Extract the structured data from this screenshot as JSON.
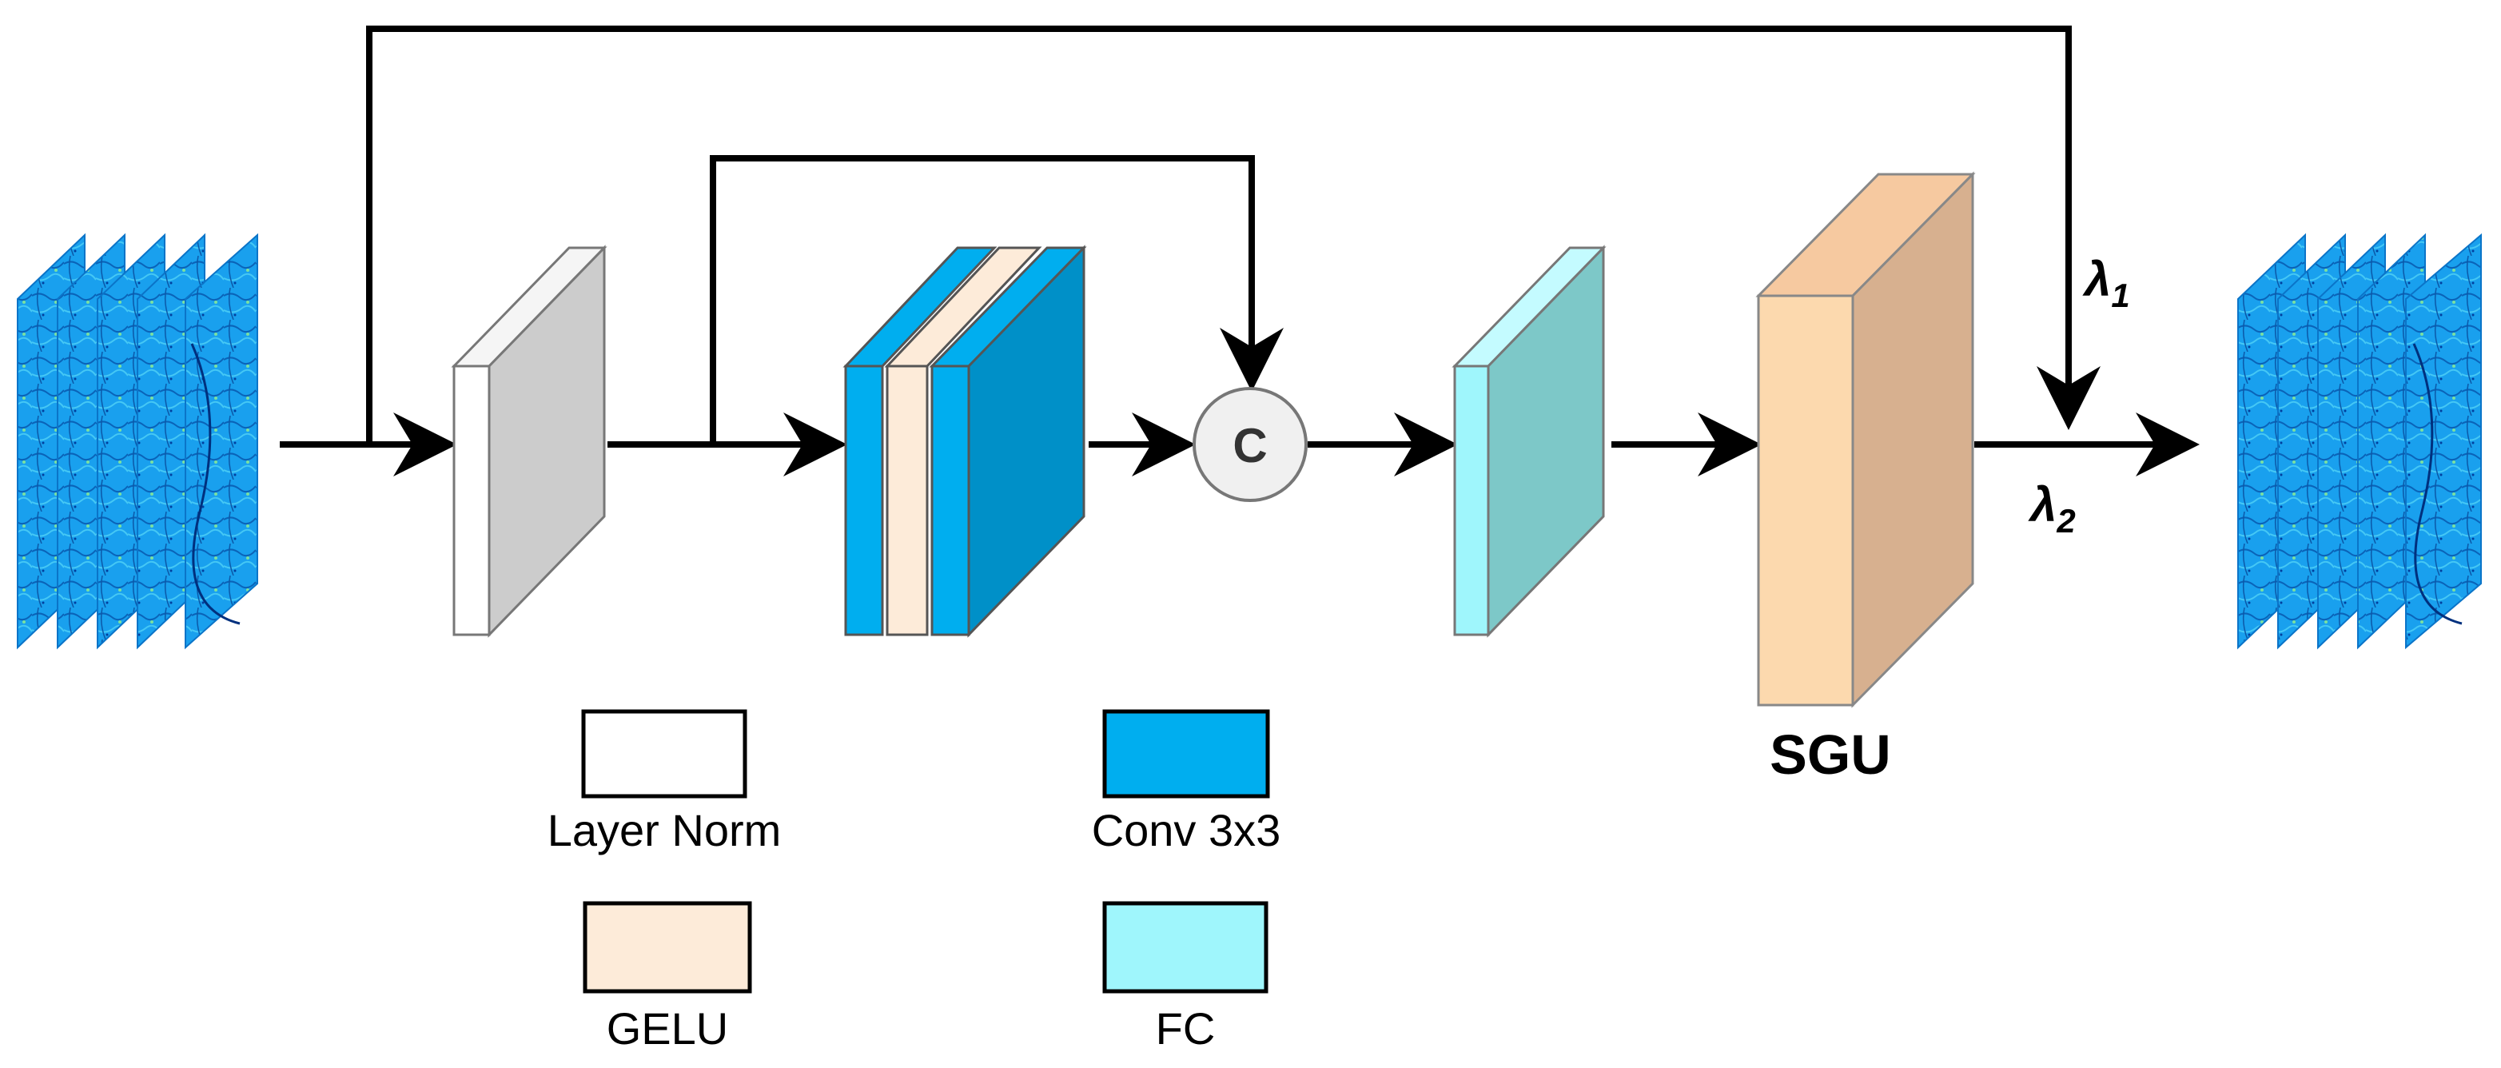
{
  "blocks": {
    "concat_symbol": "C",
    "sgu_label": "SGU"
  },
  "weights": {
    "lambda1": {
      "symbol": "λ",
      "subscript": "1"
    },
    "lambda2": {
      "symbol": "λ",
      "subscript": "2"
    }
  },
  "legend": [
    {
      "label": "Layer Norm",
      "color": "#ffffff"
    },
    {
      "label": "Conv 3x3",
      "color": "#00aeef"
    },
    {
      "label": "GELU",
      "color": "#fdebd9"
    },
    {
      "label": "FC",
      "color": "#9ff6fc"
    }
  ],
  "colors": {
    "layer_norm_face": "#ffffff",
    "layer_norm_side": "#cccccc",
    "conv_face": "#00aeef",
    "conv_side": "#0090c8",
    "gelu_face": "#fdebd9",
    "fc_face": "#9ff6fc",
    "fc_side": "#7dc8c8",
    "sgu_face": "#fcd9ae",
    "sgu_side": "#d7b08f",
    "feature_map": "#1e90e0"
  }
}
